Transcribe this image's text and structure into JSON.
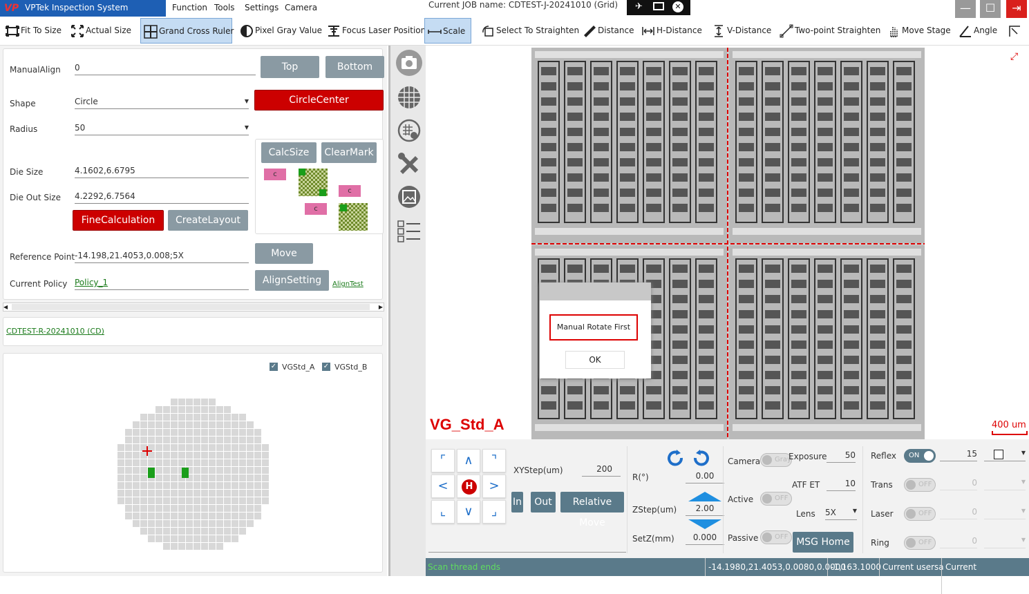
{
  "app": {
    "title": "VPTek Inspection System 4.3.7.7386",
    "logo": "VP",
    "menus": [
      "Function",
      "Tools",
      "Settings",
      "Camera"
    ],
    "job_label": "Current JOB name:",
    "job_name": "CDTEST-J-20241010 (Grid)"
  },
  "window": {
    "minimize": "—",
    "maximize": "☐",
    "exit": "⇥"
  },
  "toolbar": {
    "fit": "Fit To Size",
    "actual": "Actual Size",
    "grand": "Grand Cross Ruler",
    "pixel": "Pixel Gray Value",
    "focus": "Focus Laser Position",
    "scale": "Scale",
    "select": "Select To Straighten",
    "distance": "Distance",
    "hdist": "H-Distance",
    "vdist": "V-Distance",
    "twopoint": "Two-point Straighten",
    "move": "Move Stage",
    "angle": "Angle"
  },
  "align": {
    "manual_label": "ManualAlign",
    "manual_value": "0",
    "top": "Top",
    "bottom": "Bottom",
    "shape_label": "Shape",
    "shape_value": "Circle",
    "circlecenter": "CircleCenter",
    "radius_label": "Radius",
    "radius_value": "50",
    "calcsize": "CalcSize",
    "clearmark": "ClearMark",
    "mark": "c",
    "diesize_label": "Die Size",
    "diesize_value": "4.1602,6.6795",
    "dieout_label": "Die Out Size",
    "dieout_value": "4.2292,6.7564",
    "finecalc": "FineCalculation",
    "createlayout": "CreateLayout",
    "refpoint_label": "Reference Point",
    "refpoint_value": "-14.198,21.4053,0.008;5X",
    "move": "Move",
    "policy_label": "Current Policy",
    "policy_value": "Policy_1",
    "alignsetting": "AlignSetting",
    "aligntest": "AlignTest"
  },
  "recipe_link": "CDTEST-R-20241010 (CD)",
  "wafer": {
    "check_a": "VGStd_A",
    "check_b": "VGStd_B"
  },
  "view": {
    "title": "VG_Std_A",
    "scale_text": "400 um",
    "dialog_message": "Manual Rotate First",
    "dialog_ok": "OK"
  },
  "motion": {
    "xystep_label": "XYStep(um)",
    "xystep_value": "200",
    "home": "H",
    "in": "In",
    "out": "Out",
    "relative": "Relative Move",
    "r_label": "R(°)",
    "r_value": "0.00",
    "zstep_label": "ZStep(um)",
    "zstep_value": "2.00",
    "setz_label": "SetZ(mm)",
    "setz_value": "0.000"
  },
  "camera": {
    "camera_label": "Camera",
    "gray": "Gray",
    "exposure_label": "Exposure",
    "exposure_value": "50",
    "atf_label": "ATF ET",
    "atf_value": "10",
    "active_label": "Active",
    "off": "OFF",
    "on": "ON",
    "lens_label": "Lens",
    "lens_value": "5X",
    "passive_label": "Passive",
    "msg_home": "MSG Home"
  },
  "light": {
    "reflex_label": "Reflex",
    "reflex_value": "15",
    "trans_label": "Trans",
    "laser_label": "Laser",
    "ring_label": "Ring",
    "zero": "0"
  },
  "status": {
    "left": "Scan thread ends",
    "pos": "-14.1980,21.4053,0.0080,0.0000",
    "die": "-1,163.1000",
    "user": "Current usersa",
    "time": "Current time:11:03:03"
  },
  "colors": {
    "accent": "#1e5fb4",
    "red": "#c00000",
    "status": "#5a7a8a",
    "die_green": "#1a9e1a"
  }
}
